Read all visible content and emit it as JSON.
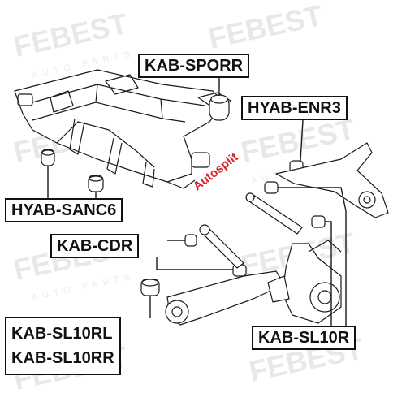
{
  "watermark": {
    "brand": "FEBEST",
    "tagline": "AUTO PARTS",
    "seal": "Autosplit"
  },
  "callouts": {
    "sporr": "KAB-SPORR",
    "enr3": "HYAB-ENR3",
    "sanc6": "HYAB-SANC6",
    "cdr": "KAB-CDR",
    "sl10rl": "KAB-SL10RL",
    "sl10rr": "KAB-SL10RR",
    "sl10r": "KAB-SL10R"
  },
  "colors": {
    "label_border": "#111111",
    "line": "#1a1a1a",
    "watermark": "#e8e8e8",
    "seal": "#d9232a"
  }
}
